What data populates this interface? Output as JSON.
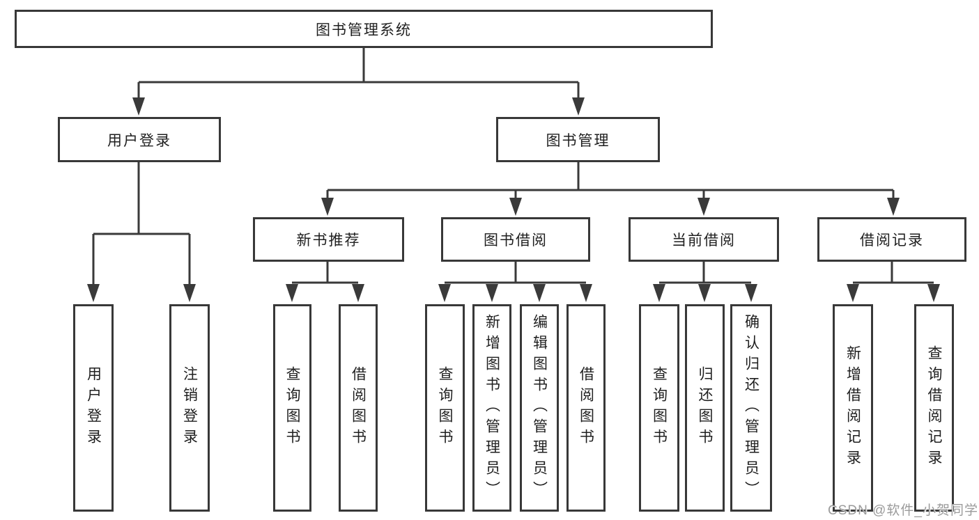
{
  "diagram_title": "图书管理系统",
  "tree": {
    "label": "图书管理系统",
    "children": [
      {
        "label": "用户登录",
        "children": [
          {
            "label": "用户登录"
          },
          {
            "label": "注销登录"
          }
        ]
      },
      {
        "label": "图书管理",
        "children": [
          {
            "label": "新书推荐",
            "children": [
              {
                "label": "查询图书"
              },
              {
                "label": "借阅图书"
              }
            ]
          },
          {
            "label": "图书借阅",
            "children": [
              {
                "label": "查询图书"
              },
              {
                "label": "新增图书（管理员）"
              },
              {
                "label": "编辑图书（管理员）"
              },
              {
                "label": "借阅图书"
              }
            ]
          },
          {
            "label": "当前借阅",
            "children": [
              {
                "label": "查询图书"
              },
              {
                "label": "归还图书"
              },
              {
                "label": "确认归还（管理员）"
              }
            ]
          },
          {
            "label": "借阅记录",
            "children": [
              {
                "label": "新增借阅记录"
              },
              {
                "label": "查询借阅记录"
              }
            ]
          }
        ]
      }
    ]
  },
  "watermark": {
    "text": "CSDN @软件_小贺同学"
  },
  "colors": {
    "background": "#ffffff",
    "line": "#3a3a3a",
    "box_border": "#383838",
    "text": "#1f1f1f",
    "watermark_text": "#9b9b9b"
  }
}
